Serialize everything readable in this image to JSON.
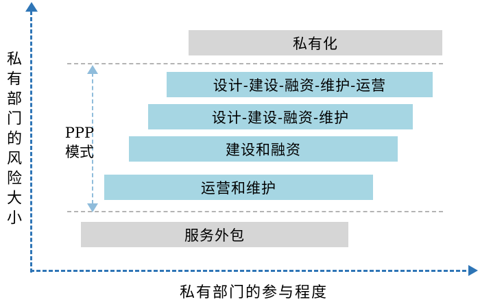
{
  "axes": {
    "y_label": "私有部门的风险大小",
    "x_label": "私有部门的参与程度"
  },
  "ppp_group_label": "PPP\n模式",
  "bars": [
    {
      "label": "私有化",
      "style": "gray"
    },
    {
      "label": "设计-建设-融资-维护-运营",
      "style": "blue"
    },
    {
      "label": "设计-建设-融资-维护",
      "style": "blue"
    },
    {
      "label": "建设和融资",
      "style": "blue"
    },
    {
      "label": "运营和维护",
      "style": "blue"
    },
    {
      "label": "服务外包",
      "style": "gray"
    }
  ],
  "colors": {
    "axis-blue": "#2e75b6",
    "arrow-blue": "#8fbcdb",
    "blue-bar": "#a6d6e3",
    "gray-bar": "#d6d6d6",
    "sep-gray": "#b3b3b3"
  }
}
